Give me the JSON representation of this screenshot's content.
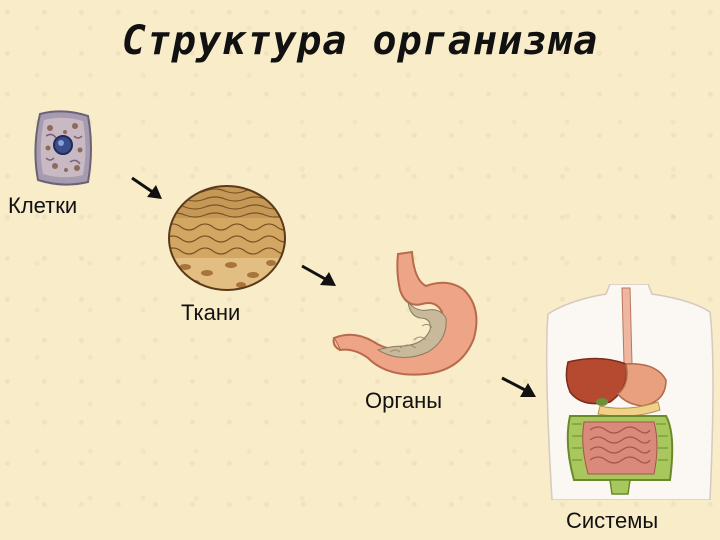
{
  "title": "Структура организма",
  "levels": [
    {
      "label": "Клетки",
      "icon": "cell-icon"
    },
    {
      "label": "Ткани",
      "icon": "tissue-icon"
    },
    {
      "label": "Органы",
      "icon": "stomach-icon"
    },
    {
      "label": "Системы",
      "icon": "digestive-system-icon"
    }
  ],
  "colors": {
    "background": "#f8ecc9",
    "text": "#111111",
    "tissue": "#d9a65a",
    "organ": "#e99a78",
    "liver": "#b5452e",
    "intestine": "#8fb13f"
  }
}
